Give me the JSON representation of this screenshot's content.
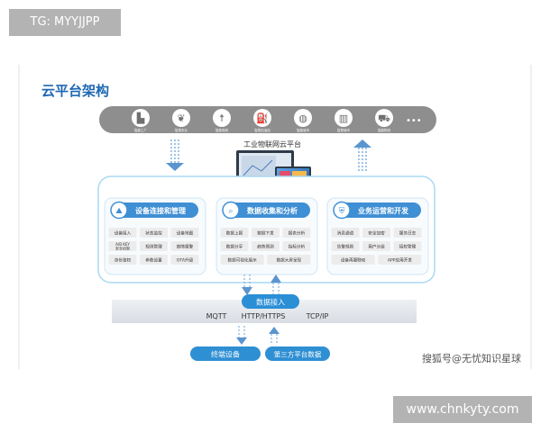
{
  "tag": "TG: MYYJJPP",
  "title": "云平台架构",
  "top_bar": {
    "items": [
      {
        "label": "智能工厂",
        "icon": "factory-icon"
      },
      {
        "label": "智慧农业",
        "icon": "plant-icon"
      },
      {
        "label": "智能电网",
        "icon": "power-tower-icon"
      },
      {
        "label": "智慧加油站",
        "icon": "fuel-station-icon"
      },
      {
        "label": "智能城市",
        "icon": "globe-icon"
      },
      {
        "label": "智慧城市",
        "icon": "buildings-icon"
      },
      {
        "label": "智能物流",
        "icon": "truck-icon"
      }
    ],
    "more": "•••"
  },
  "platform_label": "工业物联网云平台",
  "panels": [
    {
      "title": "设备连接和管理",
      "icon": "mountain-icon",
      "cells": [
        "设备接入",
        "状态监控",
        "设备地图",
        "A/B KEY\n安全机制",
        "规则管理",
        "故障报警",
        "身份鉴权",
        "参数设置",
        "OTA升级"
      ]
    },
    {
      "title": "数据收集和分析",
      "icon": "search-icon",
      "cells": [
        "数据上报",
        "数据下发",
        "报表分析",
        "数据分享",
        "趋势预测",
        "指标分析",
        "数据可视化展示",
        "数据大屏呈现"
      ]
    },
    {
      "title": "业务运营和开发",
      "icon": "shield-icon",
      "cells": [
        "消息通道",
        "安全加密",
        "服务日志",
        "告警规则",
        "用户分组",
        "接权管理",
        "设备再服联动",
        "APP应用开发"
      ]
    }
  ],
  "data_access": {
    "label": "数据接入",
    "protocols": [
      "MQTT",
      "HTTP/HTTPS",
      "TCP/IP"
    ]
  },
  "bottom_buttons": [
    "终端设备",
    "第三方平台数据"
  ],
  "watermark": "搜狐号@无忧知识星球",
  "domain_tag": "www.chnkyty.com",
  "colors": {
    "brand_blue": "#1d67b3",
    "top_bar": "#8e8e8e",
    "panel_border": "#a9d8f2",
    "panel_bg": "#ffffff",
    "header_pill": "#3f8fd4",
    "cell_bg": "#ececec",
    "access_bar": "#e4e6ea",
    "access_pill": "#2b8fd6",
    "button_bg": "#2f8fd3",
    "arrow_blue": "#5b95cf"
  }
}
